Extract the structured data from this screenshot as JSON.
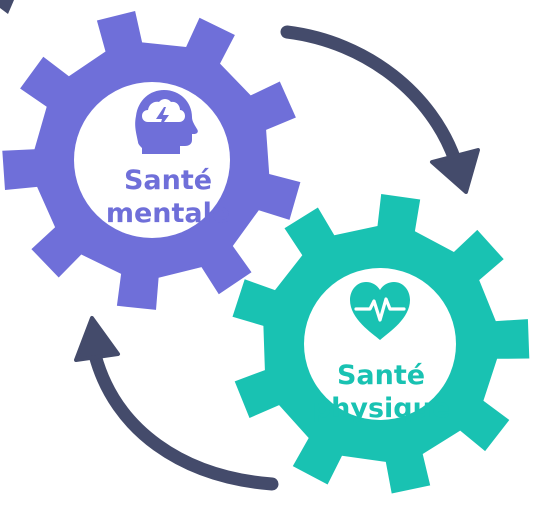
{
  "gears": [
    {
      "id": "mental",
      "label_line1": "Santé",
      "label_line2": "mentale",
      "icon": "head-storm-icon",
      "color": "#6f6fd9"
    },
    {
      "id": "physical",
      "label_line1": "Santé",
      "label_line2": "physique",
      "icon": "heartbeat-icon",
      "color": "#19c2b2"
    }
  ],
  "colors": {
    "arrow": "#444b6b",
    "gear_center": "#ffffff"
  }
}
